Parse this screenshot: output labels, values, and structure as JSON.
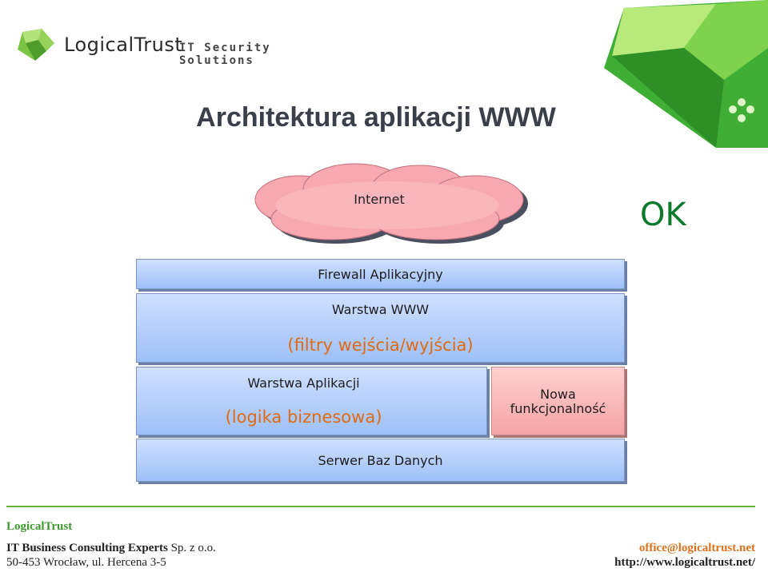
{
  "header": {
    "logo_name": "LogicalTrust",
    "logo_tagline": "IT Security Solutions"
  },
  "slide": {
    "title": "Architektura aplikacji WWW",
    "status": "OK"
  },
  "diagram": {
    "cloud_label": "Internet",
    "firewall_label": "Firewall Aplikacyjny",
    "www_label": "Warstwa WWW",
    "www_sub": "(filtry wejścia/wyjścia)",
    "app_label": "Warstwa Aplikacji",
    "app_sub": "(logika biznesowa)",
    "new_label_line1": "Nowa",
    "new_label_line2": "funkcjonalność",
    "db_label": "Serwer Baz Danych"
  },
  "footer": {
    "company": "LogicalTrust",
    "company_line_bold": "IT Business Consulting Experts",
    "company_line_rest": "Sp. z o.o.",
    "address": "50-453 Wrocław, ul. Hercena 3-5",
    "email": "office@logicaltrust.net",
    "website": "http://www.logicaltrust.net/"
  },
  "colors": {
    "accent_green": "#63b33a",
    "ok_green": "#0a7a2a",
    "sub_orange": "#e06a12",
    "layer_blue": "#9ec0f7",
    "layer_red": "#f4a4a4"
  }
}
